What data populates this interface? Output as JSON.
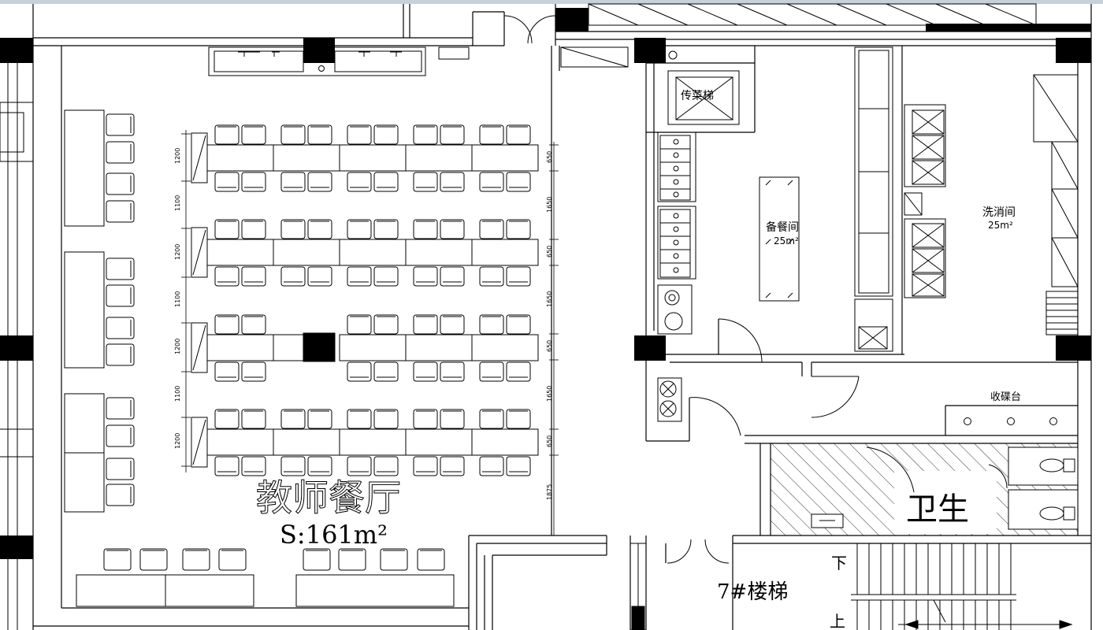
{
  "rooms": {
    "dining": {
      "name": "教师餐厅",
      "area": "S:161m²"
    },
    "dumbwaiter": {
      "name": "传菜梯"
    },
    "serving": {
      "name": "备餐间",
      "area": "25m²"
    },
    "washing": {
      "name": "洗消间",
      "area": "25m²"
    },
    "collection": {
      "name": "收碟台"
    },
    "toilet": {
      "name": "卫生"
    },
    "stair": {
      "name": "7#楼梯",
      "down": "下",
      "up": "上"
    }
  },
  "dimensions": {
    "left": [
      "1200",
      "1100",
      "1200",
      "1100",
      "1200",
      "1100",
      "1200"
    ],
    "right": [
      "650",
      "1650",
      "650",
      "1650",
      "650",
      "1650",
      "650",
      "1875"
    ]
  },
  "colors": {
    "line": "#000000",
    "background": "#ffffff",
    "hatch": "#000000"
  }
}
